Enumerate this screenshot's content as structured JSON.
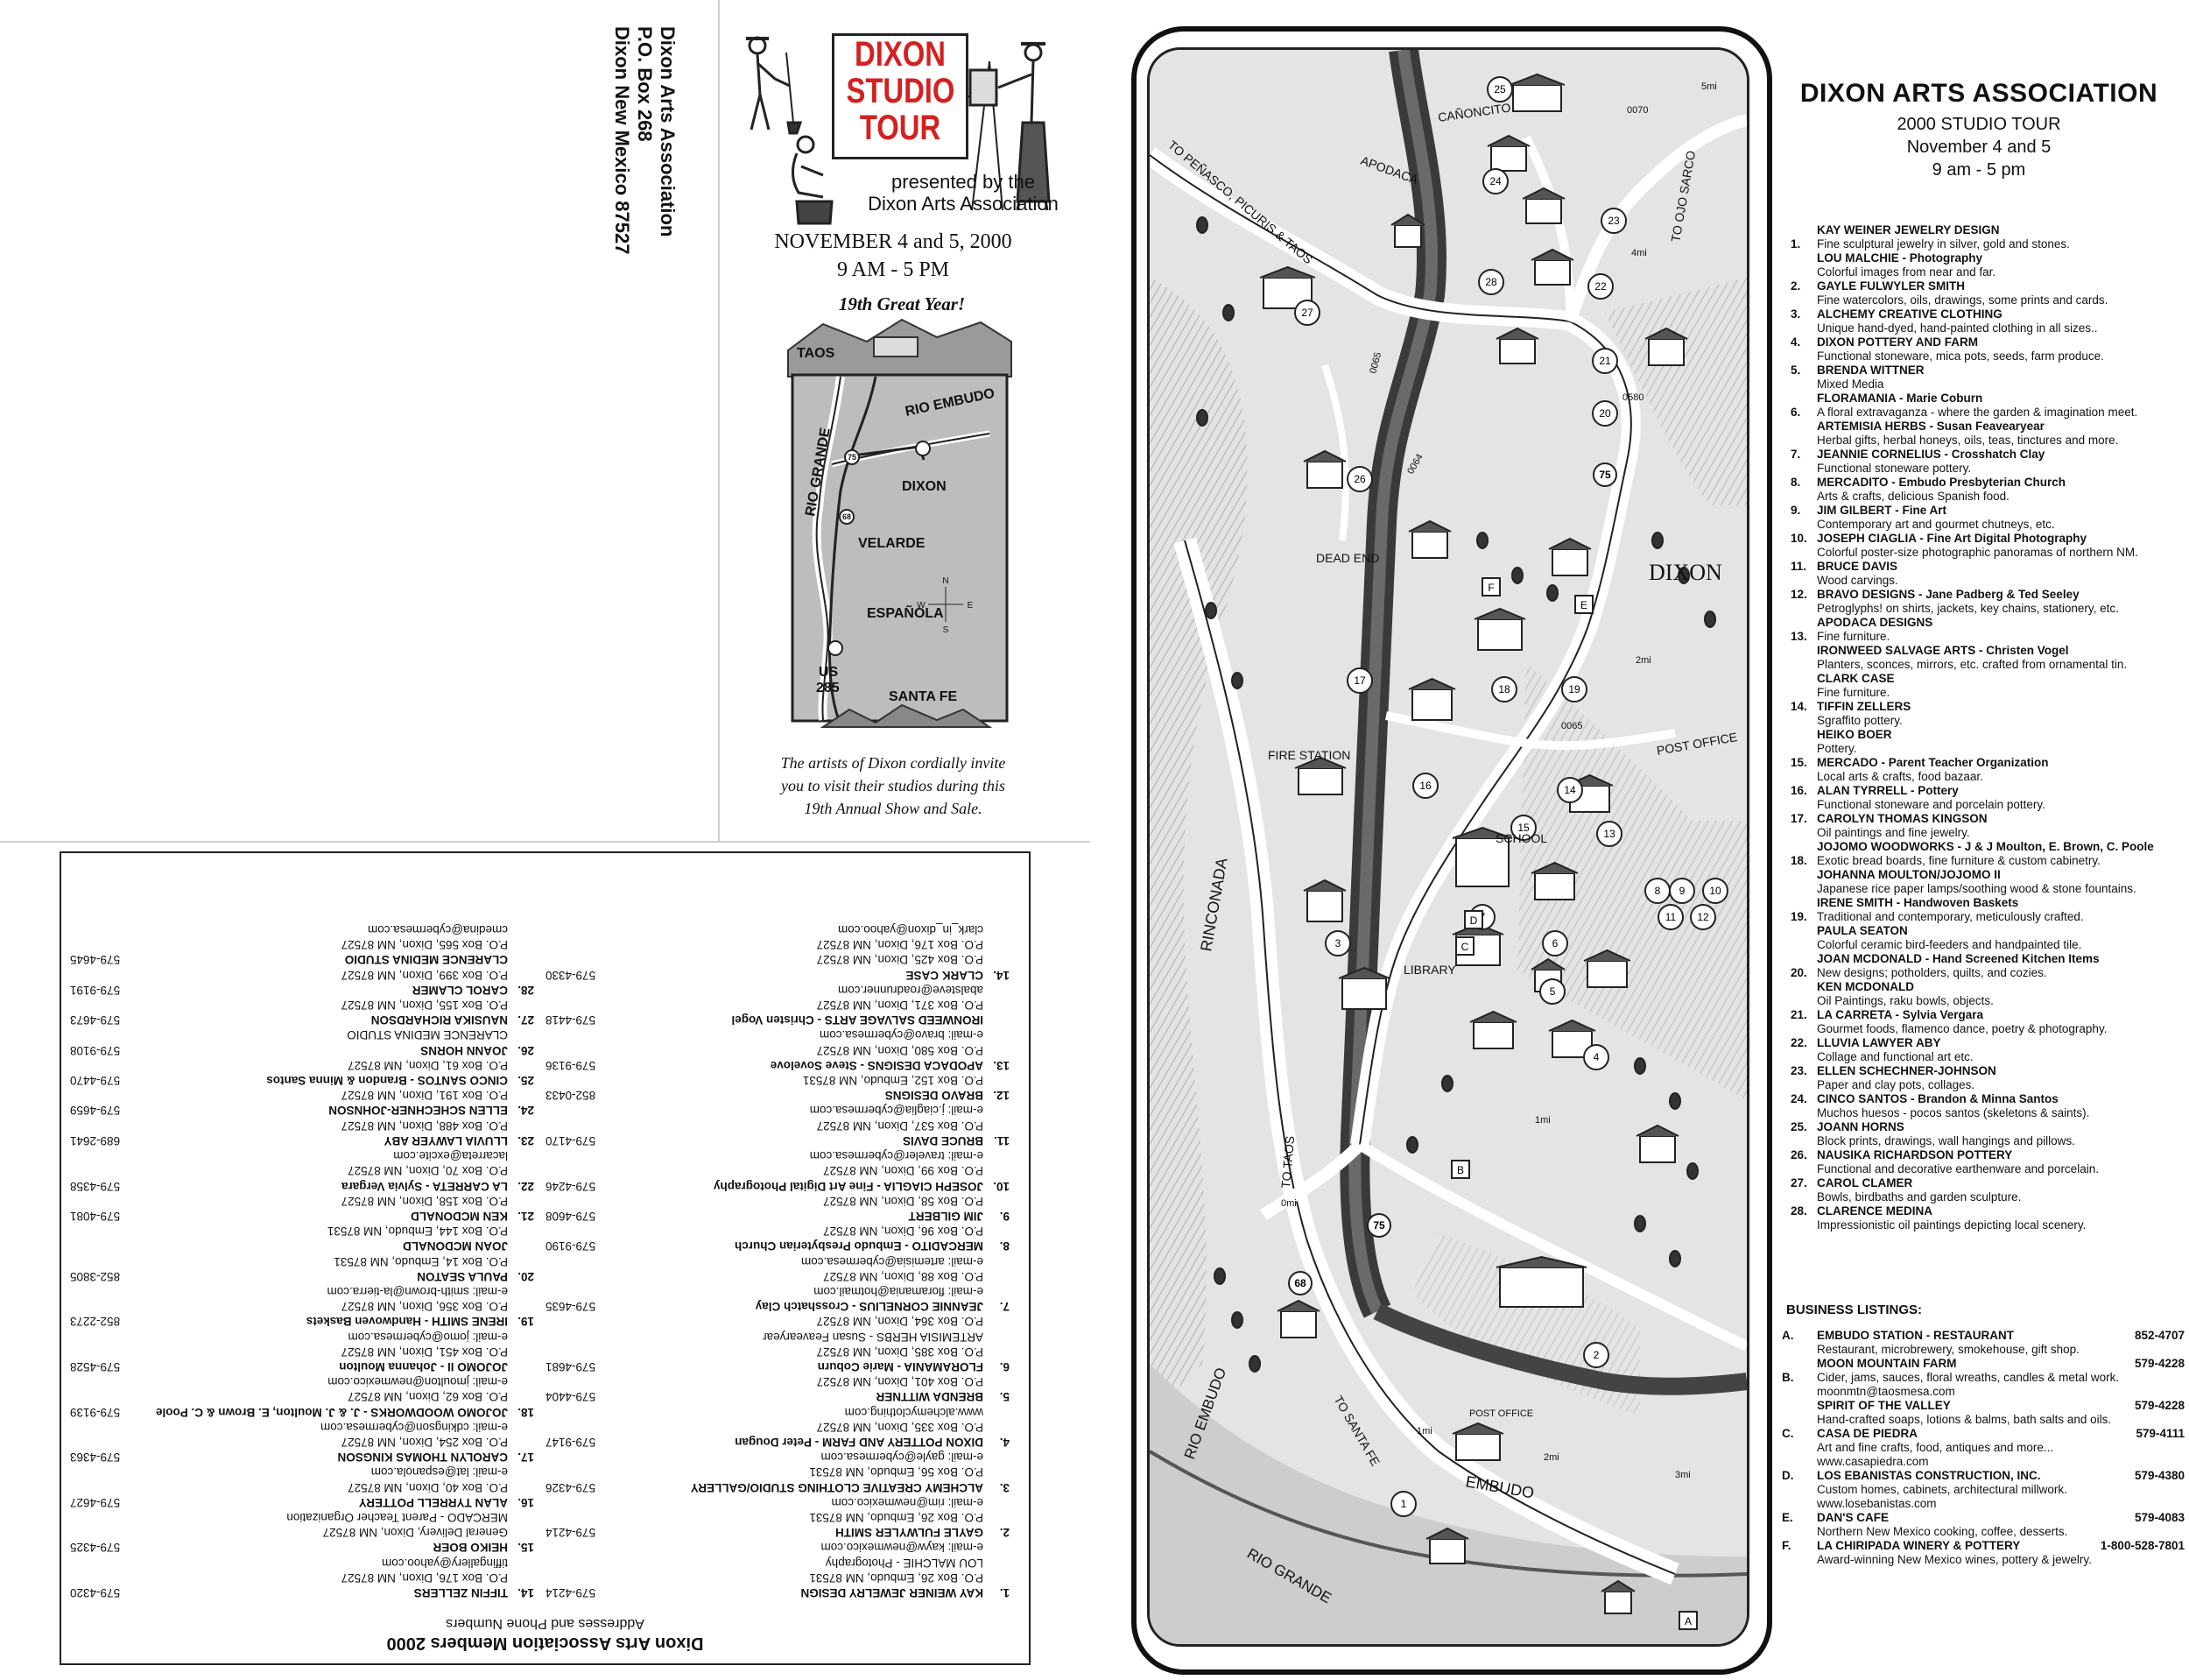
{
  "return_address": [
    "Dixon Arts Association",
    "P.O. Box 268",
    "Dixon New Mexico 87527"
  ],
  "cover": {
    "logo_lines": [
      "DIXON",
      "STUDIO",
      "TOUR"
    ],
    "presented": [
      "presented by the",
      "Dixon Arts Association"
    ],
    "dates": [
      "NOVEMBER 4 and 5, 2000",
      "9 AM - 5 PM"
    ],
    "great_year": "19th Great Year!",
    "invite": [
      "The artists of Dixon cordially invite",
      "you to visit their studios during this",
      "19th Annual Show and Sale."
    ],
    "inset_labels": [
      "TAOS",
      "RIO EMBUDO",
      "RIO GRANDE",
      "DIXON",
      "VELARDE",
      "ESPAÑOLA",
      "US",
      "285",
      "SANTA FE",
      "68",
      "75"
    ],
    "compass": [
      "N",
      "S",
      "W",
      "E"
    ]
  },
  "directory": {
    "title": "Dixon Arts Association Members 2000",
    "subtitle": "Addresses and Phone Numbers",
    "left": [
      {
        "n": "1.",
        "lines": [
          "KAY WEINER JEWELRY DESIGN",
          "P.O. Box 26, Embudo, NM  87531",
          "LOU MALCHIE - Photography",
          "e-mail: kayw@newmexico.com"
        ],
        "phone": "579-4214"
      },
      {
        "n": "2.",
        "lines": [
          "GAYLE FULWYLER SMITH",
          "P.O. Box 26, Embudo, NM  87531",
          "e-mail: rim@newmexico.com"
        ],
        "phone": "579-4214"
      },
      {
        "n": "3.",
        "lines": [
          "ALCHEMY CREATIVE CLOTHING STUDIO/GALLERY",
          "P.O. Box 56, Embudo, NM  87531",
          "e-mail: gayle@cybermesa.com"
        ],
        "phone": "579-4326"
      },
      {
        "n": "4.",
        "lines": [
          "DIXON POTTERY AND FARM - Peter Dougan",
          "P.O. Box 335, Dixon, NM 87527",
          "www.alchemyclothing.com"
        ],
        "phone": "579-9147"
      },
      {
        "n": "5.",
        "lines": [
          "BRENDA WITTNER",
          "P.O. Box 401, Dixon, NM  87527"
        ],
        "phone": "579-4404"
      },
      {
        "n": "6.",
        "lines": [
          "FLORAMANIA - Marie Coburn",
          "P.O. Box 385, Dixon, NM 87527",
          "ARTEMISIA HERBS - Susan Feavearyear",
          "P.O. Box 364, Dixon, NM 87527"
        ],
        "phone": "579-4681"
      },
      {
        "n": "7.",
        "lines": [
          "JEANNIE CORNELIUS - Crosshatch Clay",
          "e-mail: floramania@hotmail.com",
          "P.O. Box 88, Dixon, NM 87527",
          "e-mail: artemisia@cybermesa.com"
        ],
        "phone": "579-4635"
      },
      {
        "n": "8.",
        "lines": [
          "MERCADITO - Embudo Presbyterian Church",
          "P.O. Box 96, Dixon, NM  87527"
        ],
        "phone": "579-9190"
      },
      {
        "n": "9.",
        "lines": [
          "JIM GILBERT",
          "P.O. Box 58, Dixon, NM  87527"
        ],
        "phone": "579-4608"
      },
      {
        "n": "10.",
        "lines": [
          "JOSEPH CIAGLIA - Fine Art Digital Photography",
          "P.O. Box 99, Dixon, NM 87527",
          "e-mail: traveler@cybermesa.com"
        ],
        "phone": "579-4246"
      },
      {
        "n": "11.",
        "lines": [
          "BRUCE DAVIS",
          "P.O. Box 537, Dixon, NM  87527",
          "e-mail: j.ciaglia@cybermesa.com"
        ],
        "phone": "579-4170"
      },
      {
        "n": "12.",
        "lines": [
          "BRAVO DESIGNS",
          "P.O. Box 152, Embudo, NM  87531"
        ],
        "phone": "852-0433"
      },
      {
        "n": "13.",
        "lines": [
          "APODACA DESIGNS - Steve Sovelove",
          "P.O. Box 580, Dixon, NM  87527",
          "e-mail: bravo@cybermesa.com"
        ],
        "phone": "579-9136"
      },
      {
        "n": "",
        "lines": [
          "IRONWEED SALVAGE ARTS - Christen Vogel",
          "P.O. Box 371, Dixon, NM 87527",
          "abalsteve@roadrunner.com"
        ],
        "phone": "579-4418"
      },
      {
        "n": "14.",
        "lines": [
          "CLARK CASE",
          "P.O. Box 425, Dixon, NM  87527",
          "P.O. Box 176, Dixon, NM  87527",
          "clark_in_dixon@yahoo.com"
        ],
        "phone": "579-4330"
      }
    ],
    "right": [
      {
        "n": "14.",
        "lines": [
          "TIFFIN ZELLERS",
          "P.O. Box 176, Dixon, NM  87527",
          "tiffingallery@yahoo.com"
        ],
        "phone": "579-4320"
      },
      {
        "n": "15.",
        "lines": [
          "HEIKO BOER",
          "General Delivery, Dixon, NM  87527",
          "MERCADO - Parent Teacher Organization"
        ],
        "phone": "579-4325"
      },
      {
        "n": "16.",
        "lines": [
          "ALAN TYRRELL POTTERY",
          "P.O. Box 40, Dixon, NM  87527",
          "e-mail: lat@espanola.com"
        ],
        "phone": "579-4627"
      },
      {
        "n": "17.",
        "lines": [
          "CAROLYN THOMAS KINGSON",
          "P.O. Box 254, Dixon, NM  87527",
          "e-mail: cdkingson@cybermesa.com"
        ],
        "phone": "579-4363"
      },
      {
        "n": "18.",
        "lines": [
          "JOJOMO WOODWORKS - J. & J. Moulton, E. Brown & C. Poole",
          "P.O. Box 62, Dixon, NM  87527",
          "e-mail: jmoulton@newmexico.com"
        ],
        "phone": "579-9139"
      },
      {
        "n": "",
        "lines": [
          "JOJOMO II - Johanna Moulton",
          "P.O. Box 451, Dixon, NM  87527",
          "e-mail: jomo@cybermesa.com"
        ],
        "phone": "579-4528"
      },
      {
        "n": "19.",
        "lines": [
          "IRENE SMITH - Handwoven Baskets",
          "P.O. Box 356, Dixon, NM  87527",
          "e-mail: smith-brown@la-tierra.com"
        ],
        "phone": "852-2273"
      },
      {
        "n": "20.",
        "lines": [
          "PAULA SEATON",
          "P.O. Box 14, Embudo, NM  87531"
        ],
        "phone": "852-3805"
      },
      {
        "n": "",
        "lines": [
          "JOAN MCDONALD",
          "P.O. Box 144, Embudo, NM  87531"
        ],
        "phone": ""
      },
      {
        "n": "21.",
        "lines": [
          "KEN MCDONALD",
          "P.O. Box 158, Dixon, NM  87527"
        ],
        "phone": "579-4081"
      },
      {
        "n": "22.",
        "lines": [
          "LA CARRETA - Sylvia Vergara",
          "P.O. Box 70, Dixon, NM  87527",
          "lacarreta@excite.com"
        ],
        "phone": "579-4358"
      },
      {
        "n": "23.",
        "lines": [
          "LLUVIA LAWYER ABY",
          "P.O. Box 488, Dixon, NM  87527"
        ],
        "phone": "689-2641"
      },
      {
        "n": "24.",
        "lines": [
          "ELLEN SCHECHNER-JOHNSON",
          "P.O. Box 191, Dixon, NM  87527"
        ],
        "phone": "579-4659"
      },
      {
        "n": "25.",
        "lines": [
          "CINCO SANTOS - Brandon & Minna Santos",
          "P.O. Box 61, Dixon, NM  87527"
        ],
        "phone": "579-4470"
      },
      {
        "n": "26.",
        "lines": [
          "JOANN HORNS",
          "CLARENCE MEDINA STUDIO"
        ],
        "phone": "579-9108"
      },
      {
        "n": "27.",
        "lines": [
          "NAUSIKA RICHARDSON",
          "P.O. Box 155, Dixon, NM  87527"
        ],
        "phone": "579-4673"
      },
      {
        "n": "28.",
        "lines": [
          "CAROL CLAMER",
          "P.O. Box 399, Dixon, NM  87527"
        ],
        "phone": "579-9191"
      },
      {
        "n": "",
        "lines": [
          "CLARENCE MEDINA STUDIO",
          "P.O. Box 565, Dixon, NM  87527",
          "cmedina@cybermesa.com"
        ],
        "phone": "579-4645"
      }
    ]
  },
  "map": {
    "place_labels": [
      "CAÑONCITO",
      "APODACA",
      "TO PEÑASCO, PICURIS & TAOS",
      "TO OJO SARCO",
      "DEAD END",
      "DIXON",
      "POST OFFICE",
      "FIRE STATION",
      "SCHOOL",
      "LIBRARY",
      "RINCONADA",
      "TO TAOS",
      "TO SANTA FE",
      "POST OFFICE",
      "RIO EMBUDO",
      "EMBUDO",
      "RIO GRANDE"
    ],
    "road_labels": [
      "0070",
      "0065",
      "0064",
      "0580",
      "0065",
      "75",
      "75",
      "68"
    ],
    "mile_labels": [
      "5mi",
      "4mi",
      "2mi",
      "1mi",
      "0mi",
      "1mi",
      "2mi",
      "3mi"
    ],
    "studio_numbers": [
      "25",
      "24",
      "23",
      "22",
      "21",
      "20",
      "28",
      "27",
      "26",
      "17",
      "18",
      "19",
      "16",
      "15",
      "14",
      "13",
      "8",
      "9",
      "10",
      "11",
      "12",
      "7",
      "6",
      "5",
      "4",
      "3",
      "2",
      "1"
    ],
    "business_letters": [
      "F",
      "E",
      "D",
      "C",
      "B",
      "A"
    ]
  },
  "legend": {
    "title": "DIXON ARTS ASSOCIATION",
    "sub": [
      "2000 STUDIO TOUR",
      "November 4 and 5",
      "9 am - 5 pm"
    ],
    "items": [
      {
        "n": "",
        "name": "KAY WEINER JEWELRY DESIGN",
        "desc": ""
      },
      {
        "n": "1.",
        "name": "",
        "desc": "Fine sculptural jewelry in silver, gold and stones."
      },
      {
        "n": "",
        "name": "LOU MALCHIE - Photography",
        "desc": "Colorful images from near and far."
      },
      {
        "n": "2.",
        "name": "GAYLE FULWYLER SMITH",
        "desc": "Fine watercolors, oils, drawings, some prints and cards."
      },
      {
        "n": "3.",
        "name": "ALCHEMY CREATIVE CLOTHING",
        "desc": "Unique hand-dyed, hand-painted clothing in all sizes.."
      },
      {
        "n": "4.",
        "name": "DIXON POTTERY AND FARM",
        "desc": "Functional stoneware, mica pots, seeds, farm produce."
      },
      {
        "n": "5.",
        "name": "BRENDA WITTNER",
        "desc": "Mixed Media"
      },
      {
        "n": "",
        "name": "FLORAMANIA - Marie Coburn",
        "desc": ""
      },
      {
        "n": "6.",
        "name": "",
        "desc": "A floral extravaganza - where the garden & imagination meet."
      },
      {
        "n": "",
        "name": "ARTEMISIA HERBS - Susan Feavearyear",
        "desc": "Herbal gifts, herbal honeys, oils, teas, tinctures and more."
      },
      {
        "n": "7.",
        "name": "JEANNIE CORNELIUS - Crosshatch Clay",
        "desc": "Functional stoneware pottery."
      },
      {
        "n": "8.",
        "name": "MERCADITO - Embudo Presbyterian Church",
        "desc": "Arts & crafts, delicious Spanish food."
      },
      {
        "n": "9.",
        "name": "JIM GILBERT - Fine Art",
        "desc": "Contemporary art and gourmet chutneys, etc."
      },
      {
        "n": "10.",
        "name": "JOSEPH CIAGLIA - Fine Art Digital Photography",
        "desc": "Colorful poster-size photographic panoramas of northern NM."
      },
      {
        "n": "11.",
        "name": "BRUCE DAVIS",
        "desc": "Wood carvings."
      },
      {
        "n": "12.",
        "name": "BRAVO DESIGNS - Jane Padberg & Ted Seeley",
        "desc": "Petroglyphs! on shirts, jackets, key chains, stationery, etc."
      },
      {
        "n": "",
        "name": "APODACA DESIGNS",
        "desc": ""
      },
      {
        "n": "13.",
        "name": "",
        "desc": "Fine furniture."
      },
      {
        "n": "",
        "name": "IRONWEED SALVAGE ARTS - Christen Vogel",
        "desc": "Planters, sconces, mirrors, etc. crafted from ornamental tin."
      },
      {
        "n": "",
        "name": "CLARK CASE",
        "desc": "Fine furniture."
      },
      {
        "n": "14.",
        "name": "TIFFIN ZELLERS",
        "desc": "Sgraffito pottery."
      },
      {
        "n": "",
        "name": "HEIKO BOER",
        "desc": "Pottery."
      },
      {
        "n": "15.",
        "name": "MERCADO - Parent Teacher Organization",
        "desc": "Local arts & crafts, food bazaar."
      },
      {
        "n": "16.",
        "name": "ALAN TYRRELL - Pottery",
        "desc": "Functional stoneware and porcelain pottery."
      },
      {
        "n": "17.",
        "name": "CAROLYN THOMAS KINGSON",
        "desc": "Oil paintings and fine jewelry."
      },
      {
        "n": "",
        "name": "JOJOMO WOODWORKS - J & J Moulton, E. Brown, C. Poole",
        "desc": ""
      },
      {
        "n": "18.",
        "name": "",
        "desc": "Exotic bread boards, fine furniture & custom cabinetry."
      },
      {
        "n": "",
        "name": "JOHANNA MOULTON/JOJOMO II",
        "desc": "Japanese rice paper lamps/soothing wood & stone fountains."
      },
      {
        "n": "",
        "name": "IRENE SMITH - Handwoven Baskets",
        "desc": ""
      },
      {
        "n": "19.",
        "name": "",
        "desc": "Traditional and contemporary, meticulously crafted."
      },
      {
        "n": "",
        "name": "PAULA SEATON",
        "desc": "Colorful ceramic bird-feeders and handpainted tile."
      },
      {
        "n": "",
        "name": "JOAN MCDONALD - Hand Screened Kitchen Items",
        "desc": ""
      },
      {
        "n": "20.",
        "name": "",
        "desc": "New designs; potholders, quilts, and cozies."
      },
      {
        "n": "",
        "name": "KEN MCDONALD",
        "desc": "Oil Paintings, raku bowls, objects."
      },
      {
        "n": "21.",
        "name": "LA CARRETA - Sylvia Vergara",
        "desc": "Gourmet foods, flamenco dance, poetry & photography."
      },
      {
        "n": "22.",
        "name": "LLUVIA LAWYER ABY",
        "desc": "Collage and functional art etc."
      },
      {
        "n": "23.",
        "name": "ELLEN SCHECHNER-JOHNSON",
        "desc": "Paper and clay pots, collages."
      },
      {
        "n": "24.",
        "name": "CINCO SANTOS - Brandon & Minna Santos",
        "desc": "Muchos huesos - pocos santos (skeletons & saints)."
      },
      {
        "n": "25.",
        "name": "JOANN HORNS",
        "desc": "Block prints, drawings, wall hangings and pillows."
      },
      {
        "n": "26.",
        "name": "NAUSIKA RICHARDSON POTTERY",
        "desc": "Functional and decorative earthenware and porcelain."
      },
      {
        "n": "27.",
        "name": "CAROL CLAMER",
        "desc": "Bowls, birdbaths and garden sculpture."
      },
      {
        "n": "28.",
        "name": "CLARENCE MEDINA",
        "desc": "Impressionistic oil paintings depicting local scenery."
      }
    ],
    "business_title": "BUSINESS LISTINGS:",
    "businesses": [
      {
        "n": "A.",
        "name": "EMBUDO STATION - RESTAURANT",
        "phone": "852-4707",
        "desc": [
          "Restaurant, microbrewery, smokehouse, gift shop."
        ]
      },
      {
        "n": "",
        "name": "MOON MOUNTAIN FARM",
        "phone": "579-4228",
        "desc": []
      },
      {
        "n": "B.",
        "name": "",
        "phone": "",
        "desc": [
          "Cider, jams, sauces, floral wreaths, candles & metal work.",
          "moonmtn@taosmesa.com"
        ]
      },
      {
        "n": "",
        "name": "SPIRIT OF THE VALLEY",
        "phone": "579-4228",
        "desc": [
          "Hand-crafted soaps, lotions & balms, bath salts and oils."
        ]
      },
      {
        "n": "C.",
        "name": "CASA DE PIEDRA",
        "phone": "579-4111",
        "desc": [
          "Art and fine crafts, food, antiques and more...",
          "www.casapiedra.com"
        ]
      },
      {
        "n": "D.",
        "name": "LOS EBANISTAS CONSTRUCTION, INC.",
        "phone": "579-4380",
        "desc": [
          "Custom homes, cabinets, architectural millwork.",
          "www.losebanistas.com"
        ]
      },
      {
        "n": "E.",
        "name": "DAN'S CAFE",
        "phone": "579-4083",
        "desc": [
          "Northern New Mexico cooking, coffee, desserts."
        ]
      },
      {
        "n": "F.",
        "name": "LA CHIRIPADA WINERY & POTTERY",
        "phone": "1-800-528-7801",
        "desc": [
          "Award-winning New Mexico wines, pottery & jewelry."
        ]
      }
    ]
  }
}
